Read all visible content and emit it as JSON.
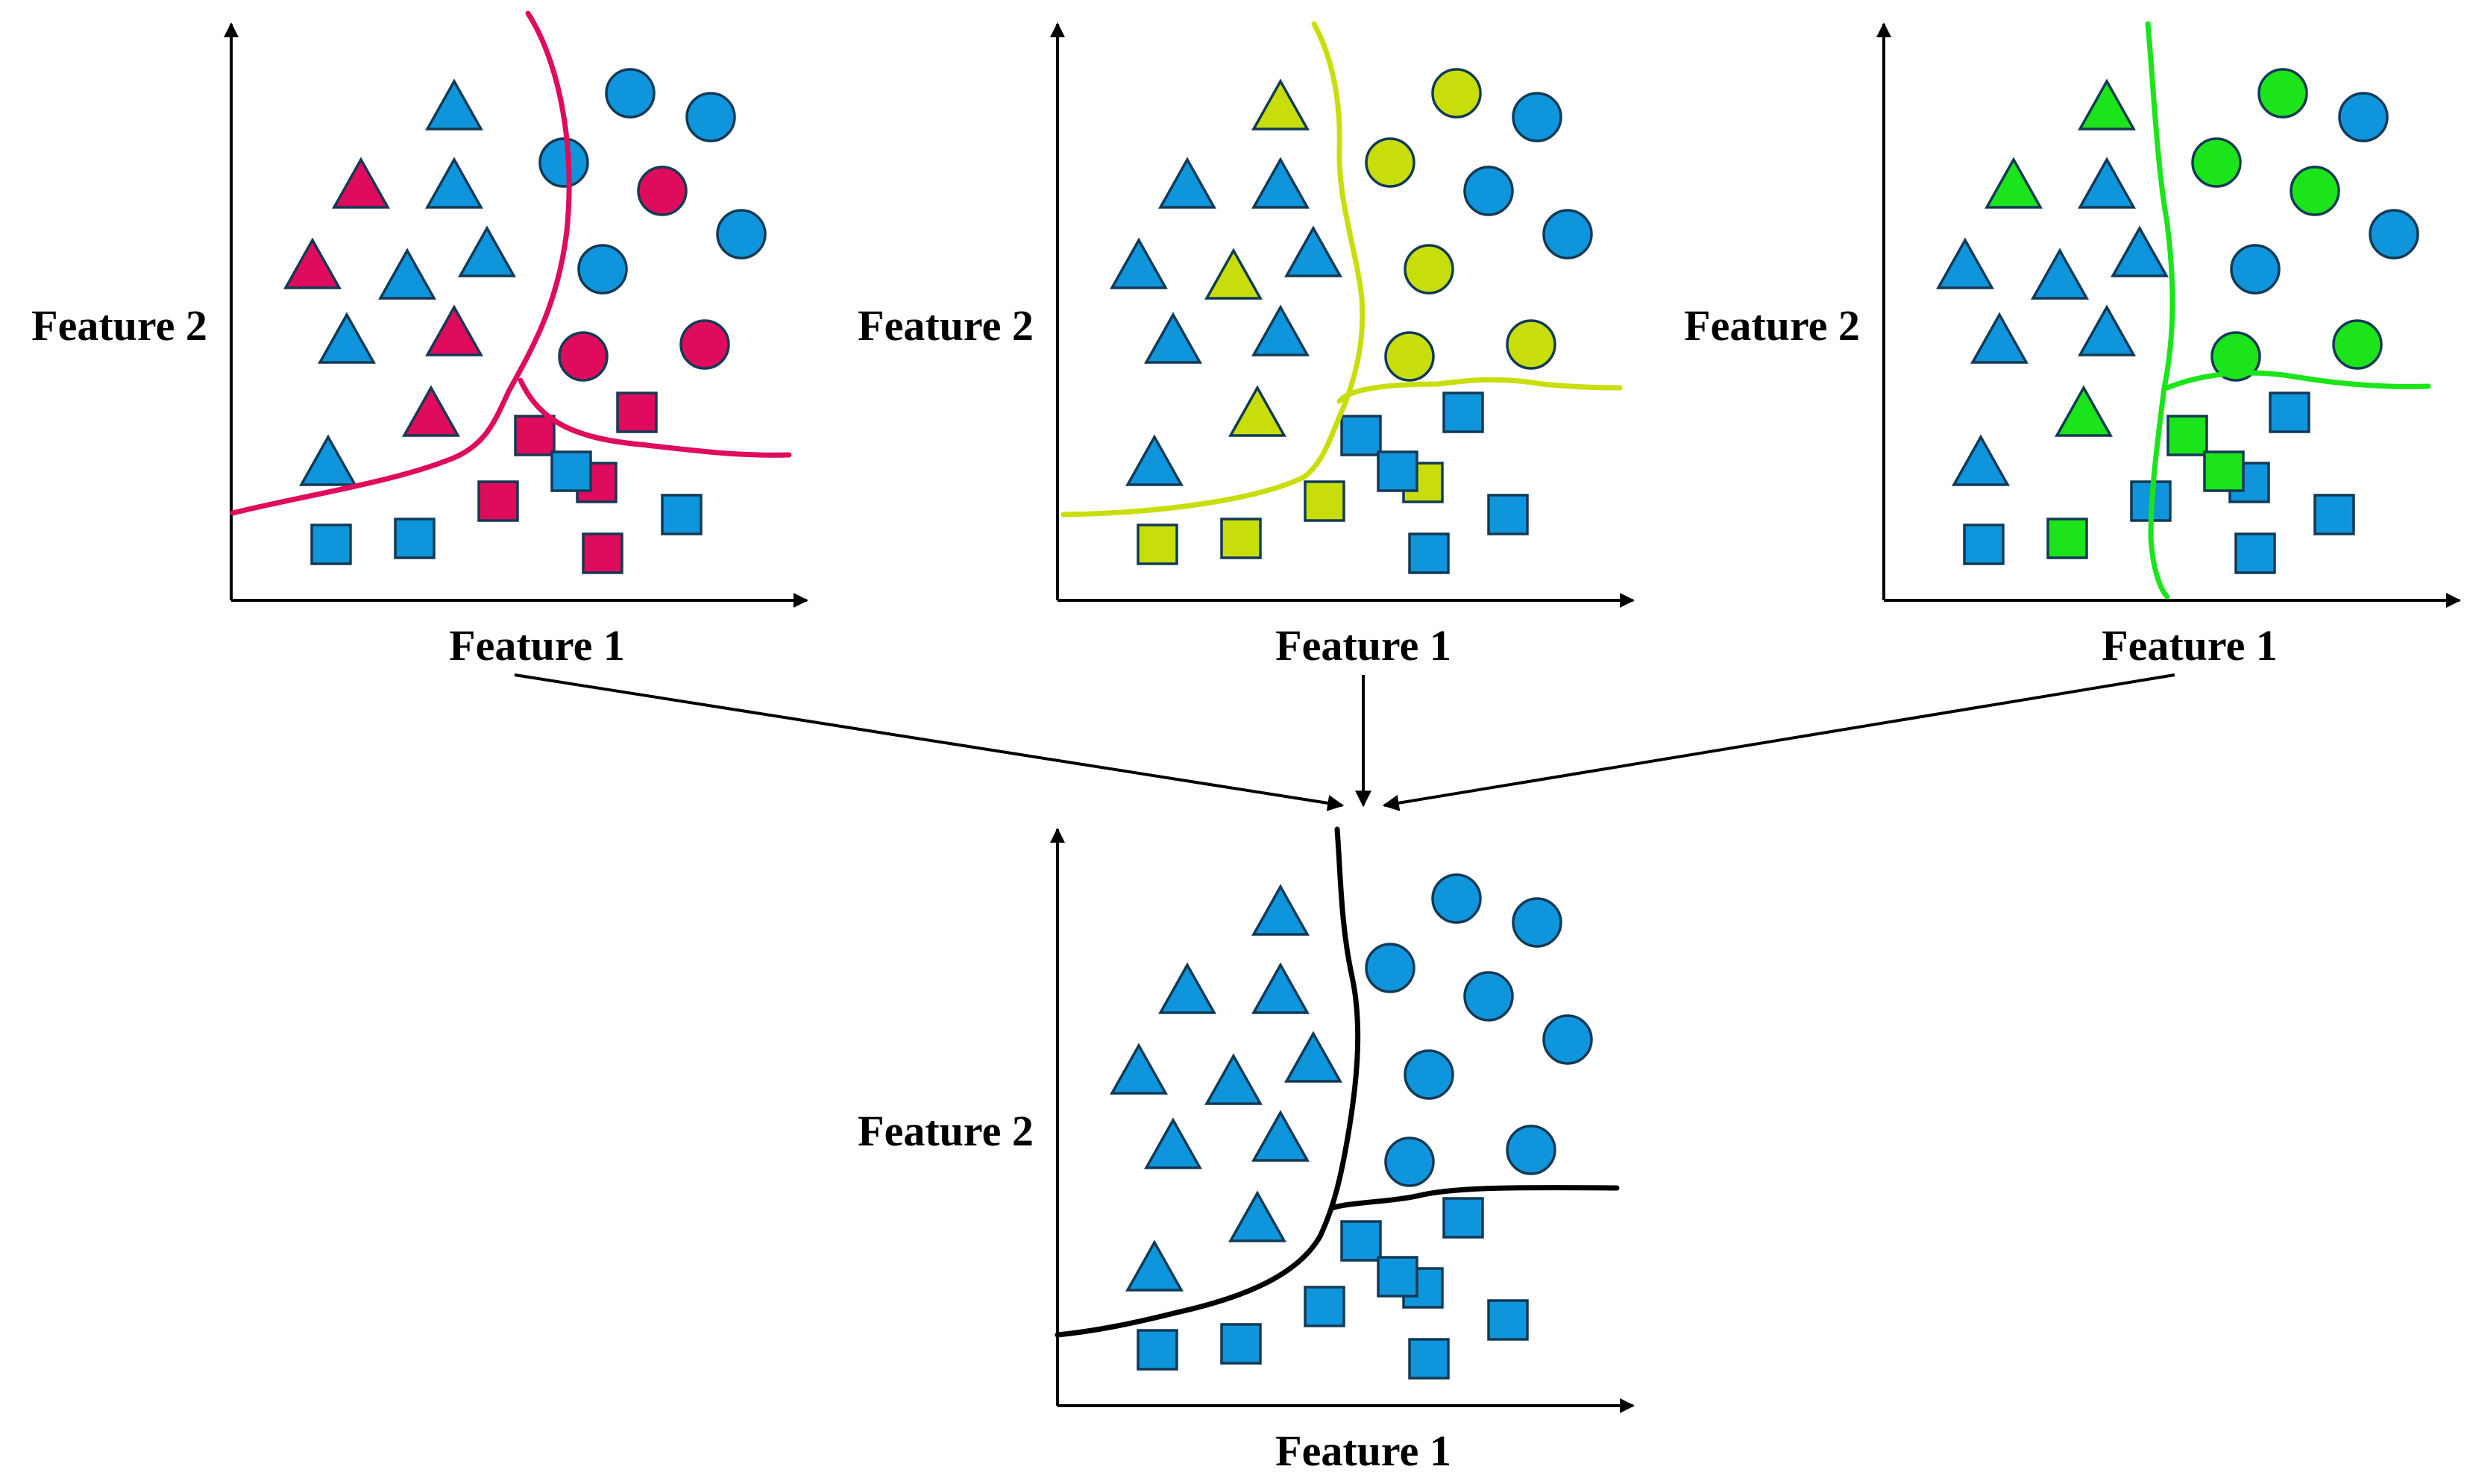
{
  "colors": {
    "default_point": "#0f95dc",
    "point_stroke": "#123a55",
    "model_1": "#df0b5c",
    "model_2": "#c8de0a",
    "model_3": "#1be41b",
    "ensemble": "#000000"
  },
  "axis_labels": {
    "x": "Feature 1",
    "y": "Feature 2"
  },
  "panels": [
    {
      "id": "panel-model-1",
      "highlight": "model_1",
      "highlighted_points": [
        "t2",
        "t4",
        "t8",
        "t10",
        "c5",
        "c7",
        "c8",
        "s3",
        "s4",
        "s5",
        "s6",
        "s7"
      ]
    },
    {
      "id": "panel-model-2",
      "highlight": "model_2",
      "highlighted_points": [
        "t1",
        "t5",
        "t10",
        "c1",
        "c3",
        "c6",
        "c7",
        "c8",
        "s1",
        "s2",
        "s3",
        "s4"
      ]
    },
    {
      "id": "panel-model-3",
      "highlight": "model_3",
      "highlighted_points": [
        "t1",
        "t2",
        "t10",
        "c1",
        "c3",
        "c5",
        "c7",
        "c8",
        "s2",
        "s6",
        "s9"
      ]
    },
    {
      "id": "panel-ensemble",
      "highlight": "ensemble",
      "highlighted_points": []
    }
  ]
}
